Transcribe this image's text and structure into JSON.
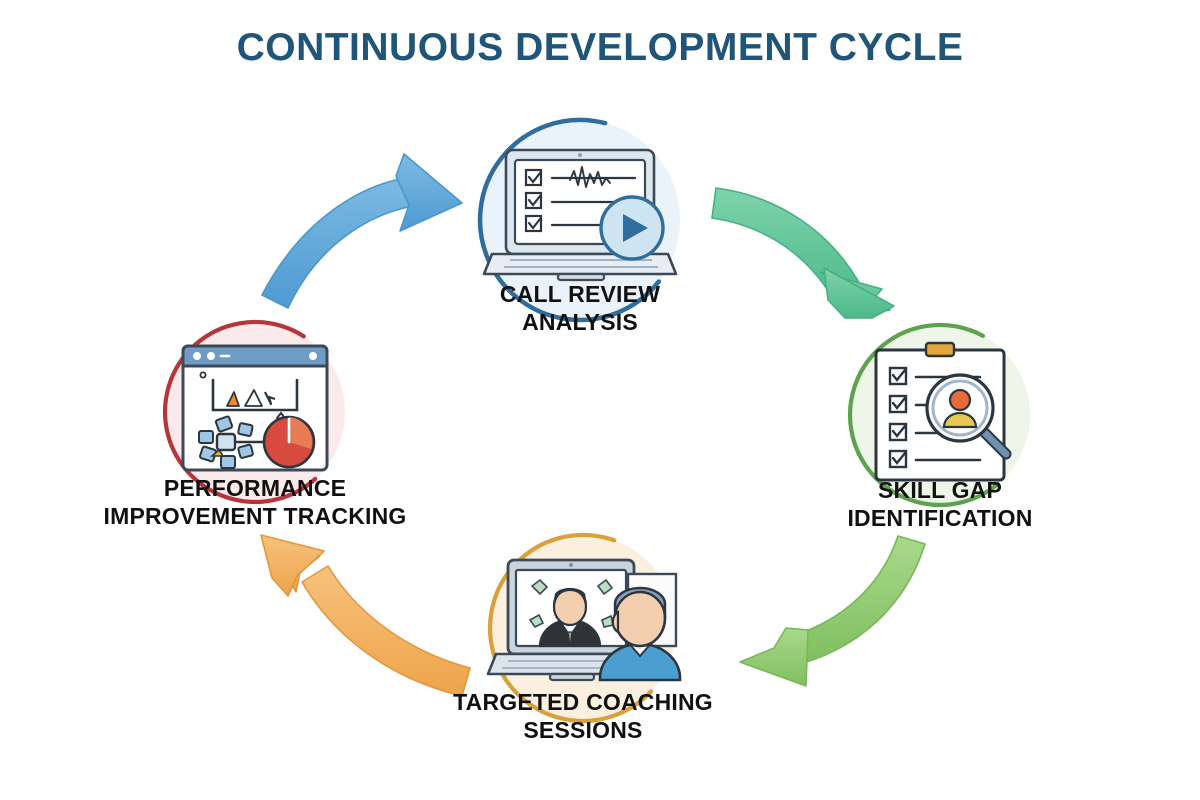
{
  "title": "CONTINUOUS DEVELOPMENT CYCLE",
  "diagram": {
    "type": "cycle",
    "direction": "clockwise",
    "node_count": 4,
    "nodes": [
      {
        "id": "call-review-analysis",
        "label": "CALL REVIEW\nANALYSIS",
        "position": "top",
        "ring_color": "#2e6d9e",
        "fill_color": "#eaf3fa",
        "icon": "laptop-checklist-waveform-play-icon"
      },
      {
        "id": "skill-gap-identification",
        "label": "SKILL GAP\nIDENTIFICATION",
        "position": "right",
        "ring_color": "#5da24e",
        "fill_color": "#edf6e8",
        "icon": "clipboard-magnifier-person-icon"
      },
      {
        "id": "targeted-coaching-sessions",
        "label": "TARGETED COACHING\nSESSIONS",
        "position": "bottom",
        "ring_color": "#d9a13b",
        "fill_color": "#fbf0e0",
        "icon": "video-coaching-laptop-icon"
      },
      {
        "id": "performance-improvement-tracking",
        "label": "PERFORMANCE\nIMPROVEMENT TRACKING",
        "position": "left",
        "ring_color": "#b6353a",
        "fill_color": "#fbeaeb",
        "icon": "analytics-dashboard-gauge-icon"
      }
    ],
    "arrows": [
      {
        "id": "arrow-top-right",
        "from": "call-review-analysis",
        "to": "skill-gap-identification",
        "color": "#5dc08f"
      },
      {
        "id": "arrow-bottom-right",
        "from": "skill-gap-identification",
        "to": "targeted-coaching-sessions",
        "color": "#8ecb6e"
      },
      {
        "id": "arrow-bottom-left",
        "from": "targeted-coaching-sessions",
        "to": "performance-improvement-tracking",
        "color": "#f0ad5a"
      },
      {
        "id": "arrow-top-left",
        "from": "performance-improvement-tracking",
        "to": "call-review-analysis",
        "color": "#5ba5d6"
      }
    ]
  },
  "colors": {
    "background": "#ffffff",
    "title": "#1f5579",
    "label": "#111111"
  }
}
